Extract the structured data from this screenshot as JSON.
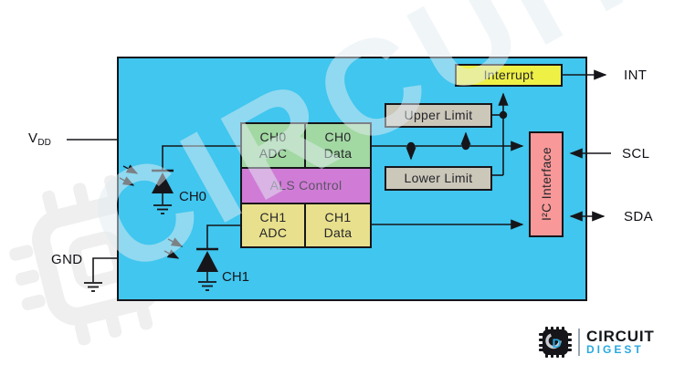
{
  "diagram": {
    "blocks": {
      "ch0_adc": {
        "line1": "CH0",
        "line2": "ADC"
      },
      "ch0_data": {
        "line1": "CH0",
        "line2": "Data"
      },
      "als_control": {
        "label": "ALS Control"
      },
      "ch1_adc": {
        "line1": "CH1",
        "line2": "ADC"
      },
      "ch1_data": {
        "line1": "CH1",
        "line2": "Data"
      },
      "upper_limit": {
        "label": "Upper Limit"
      },
      "lower_limit": {
        "label": "Lower Limit"
      },
      "interrupt": {
        "label": "Interrupt"
      },
      "i2c_interface": {
        "label": "I²C Interface"
      }
    },
    "pins": {
      "vdd": {
        "base": "V",
        "subscript": "DD"
      },
      "gnd": {
        "label": "GND"
      },
      "int": {
        "label": "INT"
      },
      "scl": {
        "label": "SCL"
      },
      "sda": {
        "label": "SDA"
      }
    },
    "photodiodes": {
      "ch0": {
        "label": "CH0"
      },
      "ch1": {
        "label": "CH1"
      }
    },
    "colors": {
      "chip_body": "#40C6EF",
      "ch0_blocks": "#A2D8A2",
      "als_control_block": "#D07CD6",
      "ch1_blocks": "#E8E08C",
      "limit_blocks": "#CBC7B9",
      "interrupt_block": "#EEF046",
      "i2c_block": "#F89898",
      "wire": "#16161a",
      "logo_accent": "#2AA9E0"
    }
  },
  "watermark": {
    "text": "CIRCUIT"
  },
  "logo": {
    "monogram": "D",
    "name": "CIRCUIT",
    "subname": "DIGEST"
  }
}
